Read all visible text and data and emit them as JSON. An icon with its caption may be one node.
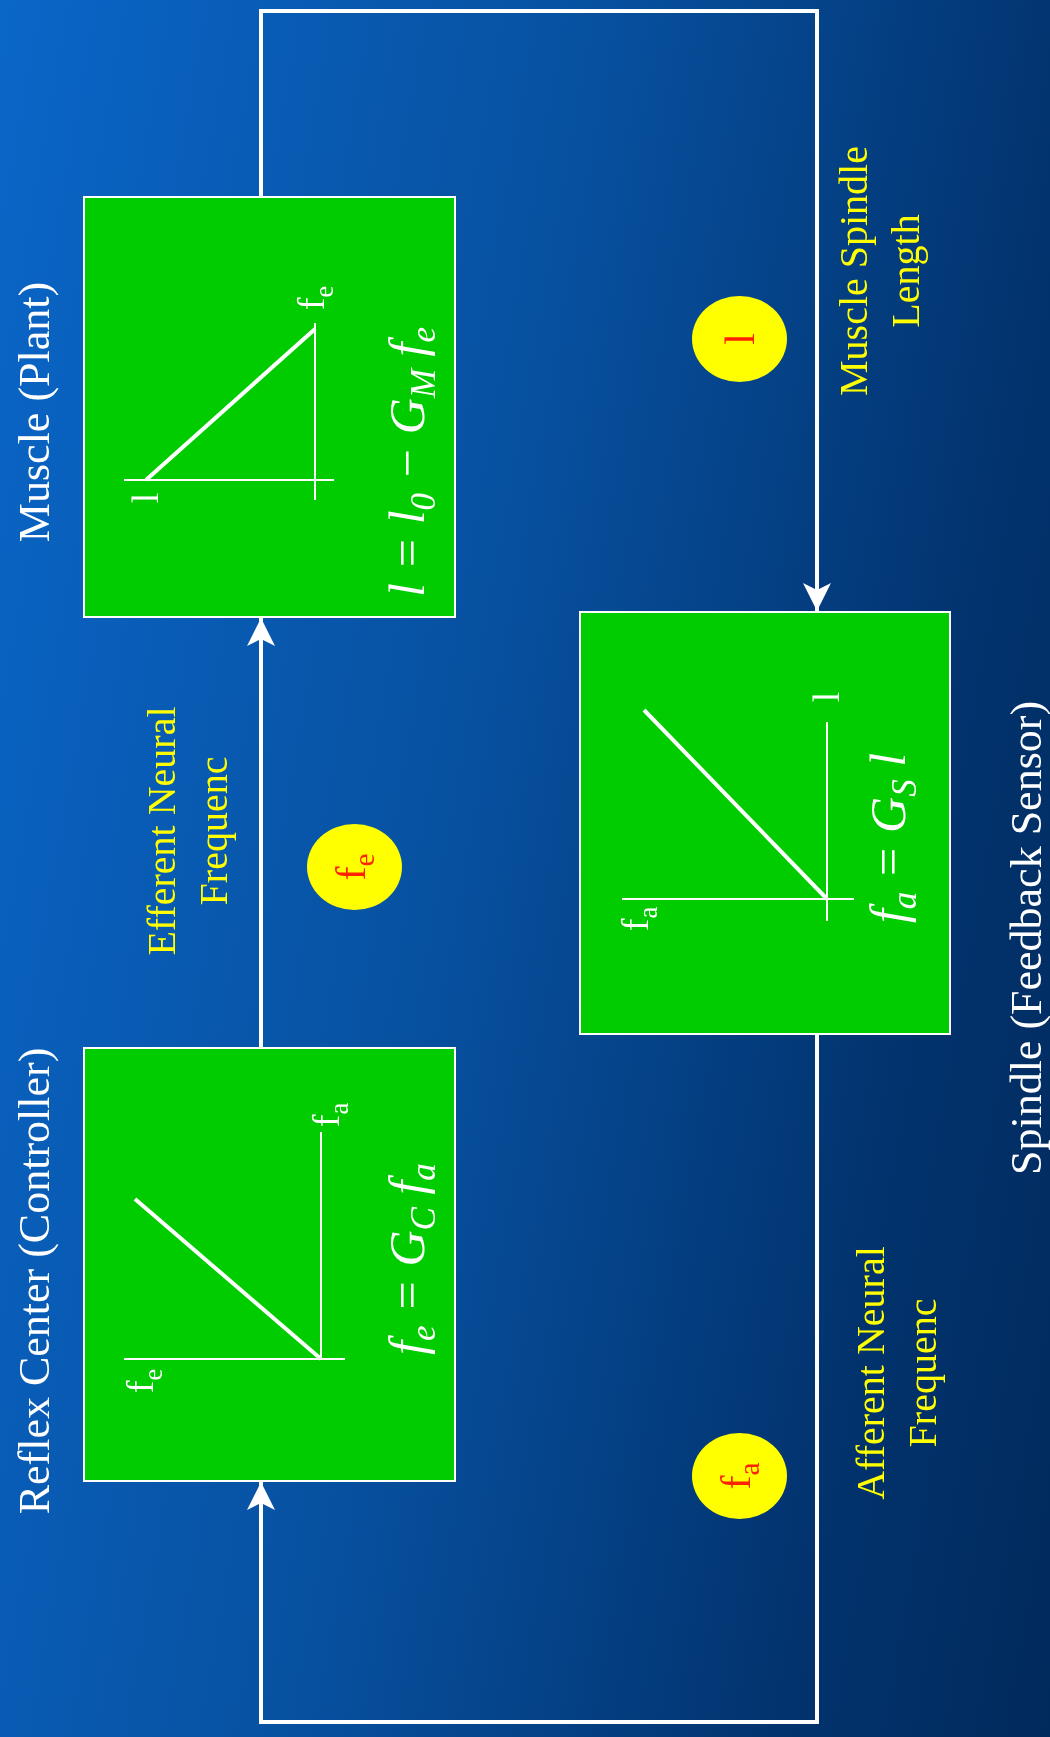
{
  "diagram": {
    "nodes": [
      {
        "text": [
          "Reflex Center (Controller)",
          "f$_{e}$",
          "f$_{a}$",
          "f$_{e}$ = G$_{C}$ f$_{a}$"
        ]
      },
      {
        "text": [
          "Muscle (Plant)",
          "l",
          "f$_{e}$",
          "l = l$_{0}$ − G$_{M}$ f$_{e}$"
        ]
      },
      {
        "text": [
          "Spindle (Feedback Sensor)",
          "f$_{a}$",
          "l",
          "f$_{a}$ = G$_{S}$ l"
        ]
      },
      {
        "text": [
          "f$_{e}$"
        ]
      },
      {
        "text": [
          "l"
        ]
      },
      {
        "text": [
          "f$_{a}$"
        ]
      }
    ],
    "edges": [
      {
        "from": 0,
        "to": 1,
        "arrow": "to",
        "label": "Efferent Neural Frequenc"
      },
      {
        "from": 1,
        "to": 2,
        "arrow": "to",
        "label": "Muscle Spindle Length"
      },
      {
        "from": 2,
        "to": 0,
        "arrow": "to",
        "label": "Afferent Neural Frequenc"
      }
    ]
  }
}
